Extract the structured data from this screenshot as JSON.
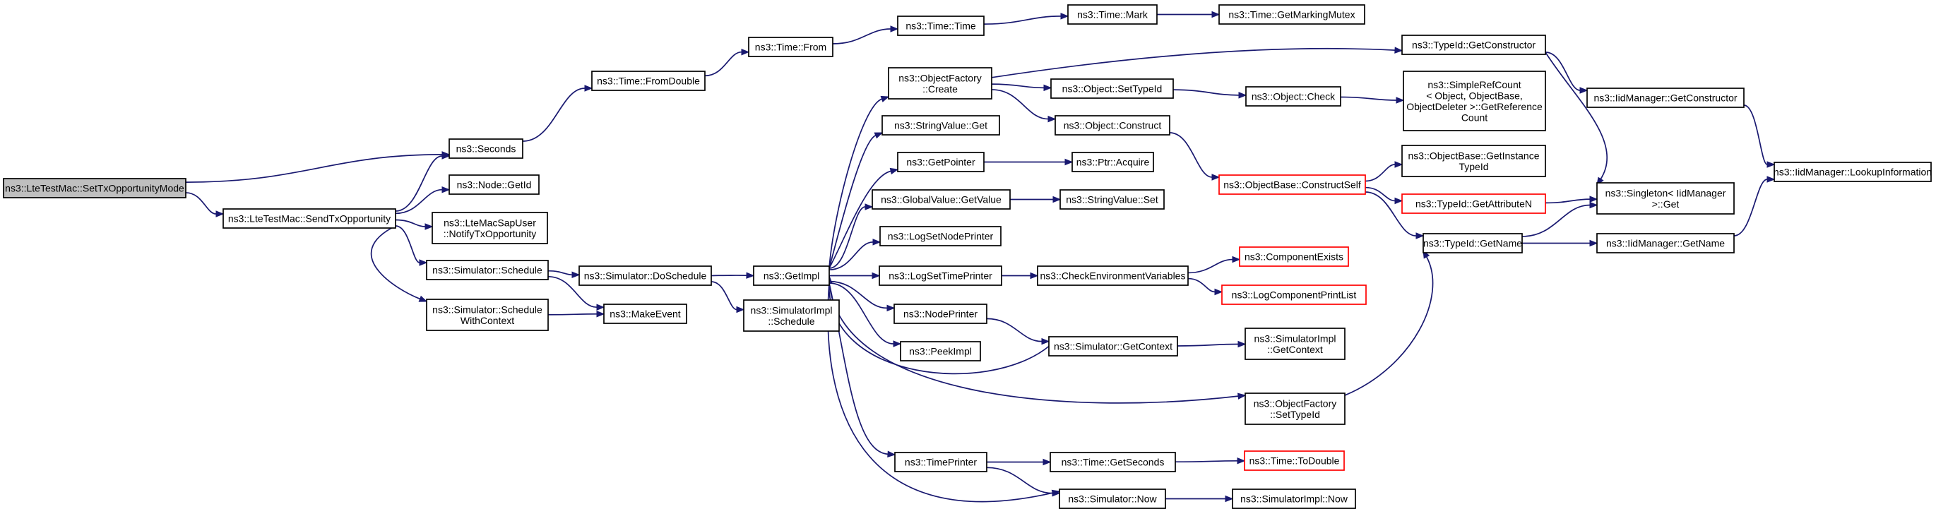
{
  "colors": {
    "edge": "#191970",
    "node_border": "#000000",
    "truncated_node_border": "#ff0000",
    "root_fill": "#bfbfbf",
    "background": "#ffffff"
  },
  "nodes": {
    "setTxOpportunityMode": {
      "lines": [
        "ns3::LteTestMac::SetTxOpportunityMode"
      ]
    },
    "sendTxOpportunity": {
      "lines": [
        "ns3::LteTestMac::SendTxOpportunity"
      ]
    },
    "seconds": {
      "lines": [
        "ns3::Seconds"
      ]
    },
    "nodeGetId": {
      "lines": [
        "ns3::Node::GetId"
      ]
    },
    "notifyTxOpportunity": {
      "lines": [
        "ns3::LteMacSapUser",
        "::NotifyTxOpportunity"
      ]
    },
    "simSchedule": {
      "lines": [
        "ns3::Simulator::Schedule"
      ]
    },
    "simScheduleWithContext": {
      "lines": [
        "ns3::Simulator::Schedule",
        "WithContext"
      ]
    },
    "timeFromDouble": {
      "lines": [
        "ns3::Time::FromDouble"
      ]
    },
    "simDoSchedule": {
      "lines": [
        "ns3::Simulator::DoSchedule"
      ]
    },
    "makeEvent": {
      "lines": [
        "ns3::MakeEvent"
      ]
    },
    "timeFrom": {
      "lines": [
        "ns3::Time::From"
      ]
    },
    "getImpl": {
      "lines": [
        "ns3::GetImpl"
      ]
    },
    "simImplSchedule": {
      "lines": [
        "ns3::SimulatorImpl",
        "::Schedule"
      ]
    },
    "timeTime": {
      "lines": [
        "ns3::Time::Time"
      ]
    },
    "objFactoryCreate": {
      "lines": [
        "ns3::ObjectFactory",
        "::Create"
      ]
    },
    "stringValueGet": {
      "lines": [
        "ns3::StringValue::Get"
      ]
    },
    "getPointer": {
      "lines": [
        "ns3::GetPointer"
      ]
    },
    "globalValueGetValue": {
      "lines": [
        "ns3::GlobalValue::GetValue"
      ]
    },
    "logSetNodePrinter": {
      "lines": [
        "ns3::LogSetNodePrinter"
      ]
    },
    "logSetTimePrinter": {
      "lines": [
        "ns3::LogSetTimePrinter"
      ]
    },
    "nodePrinter": {
      "lines": [
        "ns3::NodePrinter"
      ]
    },
    "peekImpl": {
      "lines": [
        "ns3::PeekImpl"
      ]
    },
    "timePrinter": {
      "lines": [
        "ns3::TimePrinter"
      ]
    },
    "timeMark": {
      "lines": [
        "ns3::Time::Mark"
      ]
    },
    "objSetTypeId": {
      "lines": [
        "ns3::Object::SetTypeId"
      ]
    },
    "objConstruct": {
      "lines": [
        "ns3::Object::Construct"
      ]
    },
    "ptrAcquire": {
      "lines": [
        "ns3::Ptr::Acquire"
      ]
    },
    "stringValueSet": {
      "lines": [
        "ns3::StringValue::Set"
      ]
    },
    "checkEnvVars": {
      "lines": [
        "ns3::CheckEnvironmentVariables"
      ]
    },
    "simGetContext": {
      "lines": [
        "ns3::Simulator::GetContext"
      ]
    },
    "timeGetSeconds": {
      "lines": [
        "ns3::Time::GetSeconds"
      ]
    },
    "simNow": {
      "lines": [
        "ns3::Simulator::Now"
      ]
    },
    "timeGetMarkingMutex": {
      "lines": [
        "ns3::Time::GetMarkingMutex"
      ]
    },
    "objCheck": {
      "lines": [
        "ns3::Object::Check"
      ]
    },
    "objBaseConstructSelf": {
      "lines": [
        "ns3::ObjectBase::ConstructSelf"
      ],
      "truncated": true
    },
    "componentExists": {
      "lines": [
        "ns3::ComponentExists"
      ],
      "truncated": true
    },
    "logComponentPrintList": {
      "lines": [
        "ns3::LogComponentPrintList"
      ],
      "truncated": true
    },
    "simImplGetContext": {
      "lines": [
        "ns3::SimulatorImpl",
        "::GetContext"
      ]
    },
    "objFactorySetTypeId": {
      "lines": [
        "ns3::ObjectFactory",
        "::SetTypeId"
      ]
    },
    "timeToDouble": {
      "lines": [
        "ns3::Time::ToDouble"
      ],
      "truncated": true
    },
    "simImplNow": {
      "lines": [
        "ns3::SimulatorImpl::Now"
      ]
    },
    "typeIdGetConstructor": {
      "lines": [
        "ns3::TypeId::GetConstructor"
      ]
    },
    "simpleRefCount": {
      "lines": [
        "ns3::SimpleRefCount",
        "< Object, ObjectBase,",
        "ObjectDeleter >::GetReference",
        "Count"
      ]
    },
    "objBaseGetInstanceTypeId": {
      "lines": [
        "ns3::ObjectBase::GetInstance",
        "TypeId"
      ]
    },
    "typeIdGetAttributeN": {
      "lines": [
        "ns3::TypeId::GetAttributeN"
      ],
      "truncated": true
    },
    "typeIdGetName": {
      "lines": [
        "ns3::TypeId::GetName"
      ]
    },
    "iidMgrGetConstructor": {
      "lines": [
        "ns3::IidManager::GetConstructor"
      ]
    },
    "singletonGet": {
      "lines": [
        "ns3::Singleton< IidManager",
        ">::Get"
      ]
    },
    "iidMgrGetName": {
      "lines": [
        "ns3::IidManager::GetName"
      ]
    },
    "iidMgrLookup": {
      "lines": [
        "ns3::IidManager::LookupInformation"
      ]
    }
  },
  "edges": [
    [
      "setTxOpportunityMode",
      "seconds"
    ],
    [
      "setTxOpportunityMode",
      "sendTxOpportunity"
    ],
    [
      "sendTxOpportunity",
      "seconds"
    ],
    [
      "sendTxOpportunity",
      "nodeGetId"
    ],
    [
      "sendTxOpportunity",
      "notifyTxOpportunity"
    ],
    [
      "sendTxOpportunity",
      "simSchedule"
    ],
    [
      "sendTxOpportunity",
      "simScheduleWithContext"
    ],
    [
      "seconds",
      "timeFromDouble"
    ],
    [
      "timeFromDouble",
      "timeFrom"
    ],
    [
      "timeFrom",
      "timeTime"
    ],
    [
      "timeTime",
      "timeMark"
    ],
    [
      "timeMark",
      "timeGetMarkingMutex"
    ],
    [
      "simSchedule",
      "simDoSchedule"
    ],
    [
      "simSchedule",
      "makeEvent"
    ],
    [
      "simScheduleWithContext",
      "makeEvent"
    ],
    [
      "simDoSchedule",
      "getImpl"
    ],
    [
      "simDoSchedule",
      "simImplSchedule"
    ],
    [
      "getImpl",
      "objFactoryCreate"
    ],
    [
      "getImpl",
      "stringValueGet"
    ],
    [
      "getImpl",
      "getPointer"
    ],
    [
      "getImpl",
      "globalValueGetValue"
    ],
    [
      "getImpl",
      "logSetNodePrinter"
    ],
    [
      "getImpl",
      "logSetTimePrinter"
    ],
    [
      "getImpl",
      "nodePrinter"
    ],
    [
      "getImpl",
      "peekImpl"
    ],
    [
      "getImpl",
      "timePrinter"
    ],
    [
      "getImpl",
      "objFactorySetTypeId"
    ],
    [
      "getImpl",
      "simNow"
    ],
    [
      "simGetContext",
      "getImpl"
    ],
    [
      "objFactoryCreate",
      "typeIdGetConstructor"
    ],
    [
      "objFactoryCreate",
      "objSetTypeId"
    ],
    [
      "objFactoryCreate",
      "objConstruct"
    ],
    [
      "objSetTypeId",
      "objCheck"
    ],
    [
      "objCheck",
      "simpleRefCount"
    ],
    [
      "objConstruct",
      "objBaseConstructSelf"
    ],
    [
      "objBaseConstructSelf",
      "objBaseGetInstanceTypeId"
    ],
    [
      "objBaseConstructSelf",
      "typeIdGetAttributeN"
    ],
    [
      "objBaseConstructSelf",
      "typeIdGetName"
    ],
    [
      "typeIdGetAttributeN",
      "singletonGet"
    ],
    [
      "typeIdGetConstructor",
      "iidMgrGetConstructor"
    ],
    [
      "typeIdGetConstructor",
      "singletonGet"
    ],
    [
      "iidMgrGetConstructor",
      "iidMgrLookup"
    ],
    [
      "typeIdGetName",
      "singletonGet"
    ],
    [
      "typeIdGetName",
      "iidMgrGetName"
    ],
    [
      "iidMgrGetName",
      "iidMgrLookup"
    ],
    [
      "getPointer",
      "ptrAcquire"
    ],
    [
      "globalValueGetValue",
      "stringValueSet"
    ],
    [
      "logSetTimePrinter",
      "checkEnvVars"
    ],
    [
      "checkEnvVars",
      "componentExists"
    ],
    [
      "checkEnvVars",
      "logComponentPrintList"
    ],
    [
      "nodePrinter",
      "simGetContext"
    ],
    [
      "simGetContext",
      "simImplGetContext"
    ],
    [
      "objFactorySetTypeId",
      "typeIdGetName"
    ],
    [
      "timePrinter",
      "timeGetSeconds"
    ],
    [
      "timePrinter",
      "simNow"
    ],
    [
      "timeGetSeconds",
      "timeToDouble"
    ],
    [
      "simNow",
      "simImplNow"
    ]
  ]
}
